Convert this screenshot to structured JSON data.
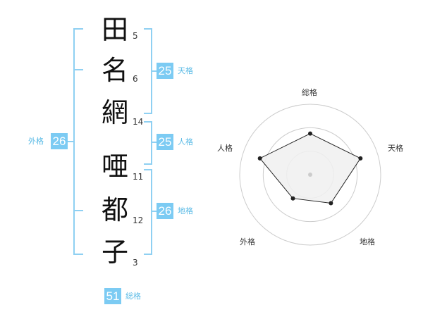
{
  "name": {
    "chars": [
      {
        "char": "田",
        "strokes": "5"
      },
      {
        "char": "名",
        "strokes": "6"
      },
      {
        "char": "網",
        "strokes": "14"
      },
      {
        "char": "唖",
        "strokes": "11"
      },
      {
        "char": "都",
        "strokes": "12"
      },
      {
        "char": "子",
        "strokes": "3"
      }
    ]
  },
  "fortunes": {
    "tenkaku": {
      "value": "25",
      "label": "天格"
    },
    "jinkaku": {
      "value": "25",
      "label": "人格"
    },
    "chikaku": {
      "value": "26",
      "label": "地格"
    },
    "gaikaku": {
      "value": "26",
      "label": "外格"
    },
    "soukaku": {
      "value": "51",
      "label": "総格"
    }
  },
  "chart_data": {
    "type": "radar",
    "axes": [
      "総格",
      "天格",
      "地格",
      "外格",
      "人格"
    ],
    "values": [
      3.5,
      4.5,
      3,
      2.5,
      4.5
    ],
    "max": 6,
    "rings": 3,
    "colors": {
      "fill": "#f0f0f0",
      "line": "#222222",
      "ring": "#cccccc"
    }
  }
}
